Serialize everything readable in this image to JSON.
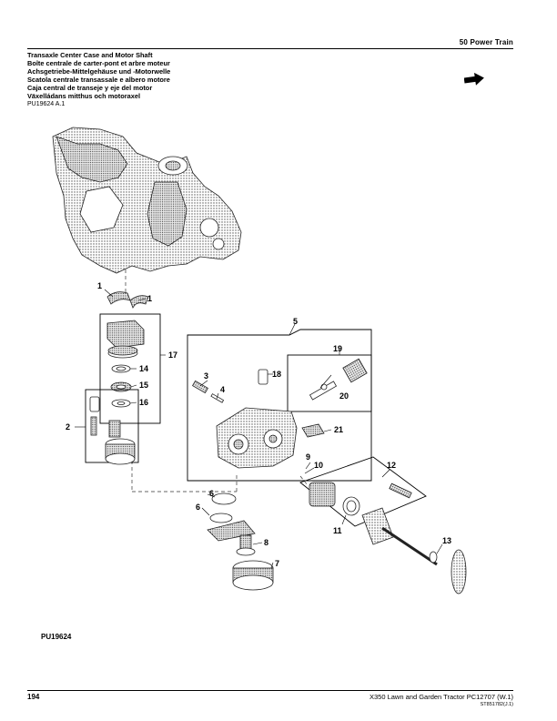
{
  "header": {
    "section": "50  Power  Train",
    "titles": [
      "Transaxle Center Case and Motor Shaft",
      "Boîte centrale de carter-pont et arbre moteur",
      "Achsgetriebe-Mittelgehäuse und -Motorwelle",
      "Scatola centrale transassale e albero motore",
      "Caja central de transeje y eje del motor",
      "Växelládans mitthus och motoraxel"
    ],
    "figure_ref": "PU19624 A.1",
    "arrow_icon": "right-arrow-icon"
  },
  "diagram": {
    "figure_id": "PU19624",
    "callouts": {
      "c1a": "1",
      "c1b": "1",
      "c2": "2",
      "c3": "3",
      "c4": "4",
      "c5": "5",
      "c6a": "6",
      "c6b": "6",
      "c7": "7",
      "c8": "8",
      "c9": "9",
      "c10": "10",
      "c11": "11",
      "c12": "12",
      "c13": "13",
      "c14": "14",
      "c15": "15",
      "c16": "16",
      "c17": "17",
      "c18": "18",
      "c19": "19",
      "c20": "20",
      "c21": "21"
    }
  },
  "footer": {
    "page_number": "194",
    "title": "X350 Lawn and Garden Tractor   PC12707    (W.1)",
    "code": "ST851782(J.1)"
  }
}
